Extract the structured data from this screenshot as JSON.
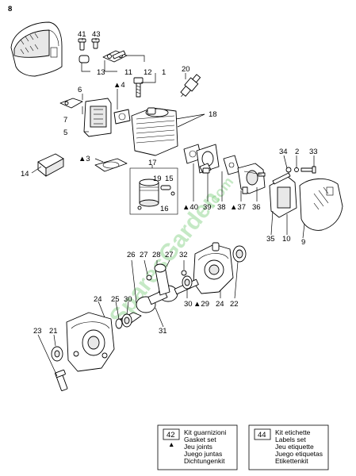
{
  "watermark": {
    "main": "SparesGarden",
    "suffix": ".com"
  },
  "part_numbers": {
    "p1": "1",
    "p2": "2",
    "p3": "3",
    "p4": "4",
    "p5": "5",
    "p6": "6",
    "p7": "7",
    "p8": "8",
    "p9": "9",
    "p10": "10",
    "p11": "11",
    "p12": "12",
    "p13": "13",
    "p14": "14",
    "p15": "15",
    "p16": "16",
    "p17": "17",
    "p18": "18",
    "p19": "19",
    "p20": "20",
    "p21": "21",
    "p22": "22",
    "p23": "23",
    "p24a": "24",
    "p24b": "24",
    "p25": "25",
    "p26": "26",
    "p27a": "27",
    "p27b": "27",
    "p28": "28",
    "p29": "29",
    "p30a": "30",
    "p30b": "30",
    "p31": "31",
    "p32": "32",
    "p33": "33",
    "p34": "34",
    "p35": "35",
    "p36": "36",
    "p37": "37",
    "p38": "38",
    "p39": "39",
    "p40": "40",
    "p41": "41",
    "p43": "43"
  },
  "legend_left": {
    "number": "42",
    "lines": [
      "Kit guarnizioni",
      "Gasket set",
      "Jeu joints",
      "Juego juntas",
      "Dichtungenkit"
    ],
    "symbol": "▲"
  },
  "legend_right": {
    "number": "44",
    "lines": [
      "Kit etichette",
      "Labels set",
      "Jeu etiquette",
      "Juego etiquetas",
      "Etikettenkit"
    ]
  }
}
